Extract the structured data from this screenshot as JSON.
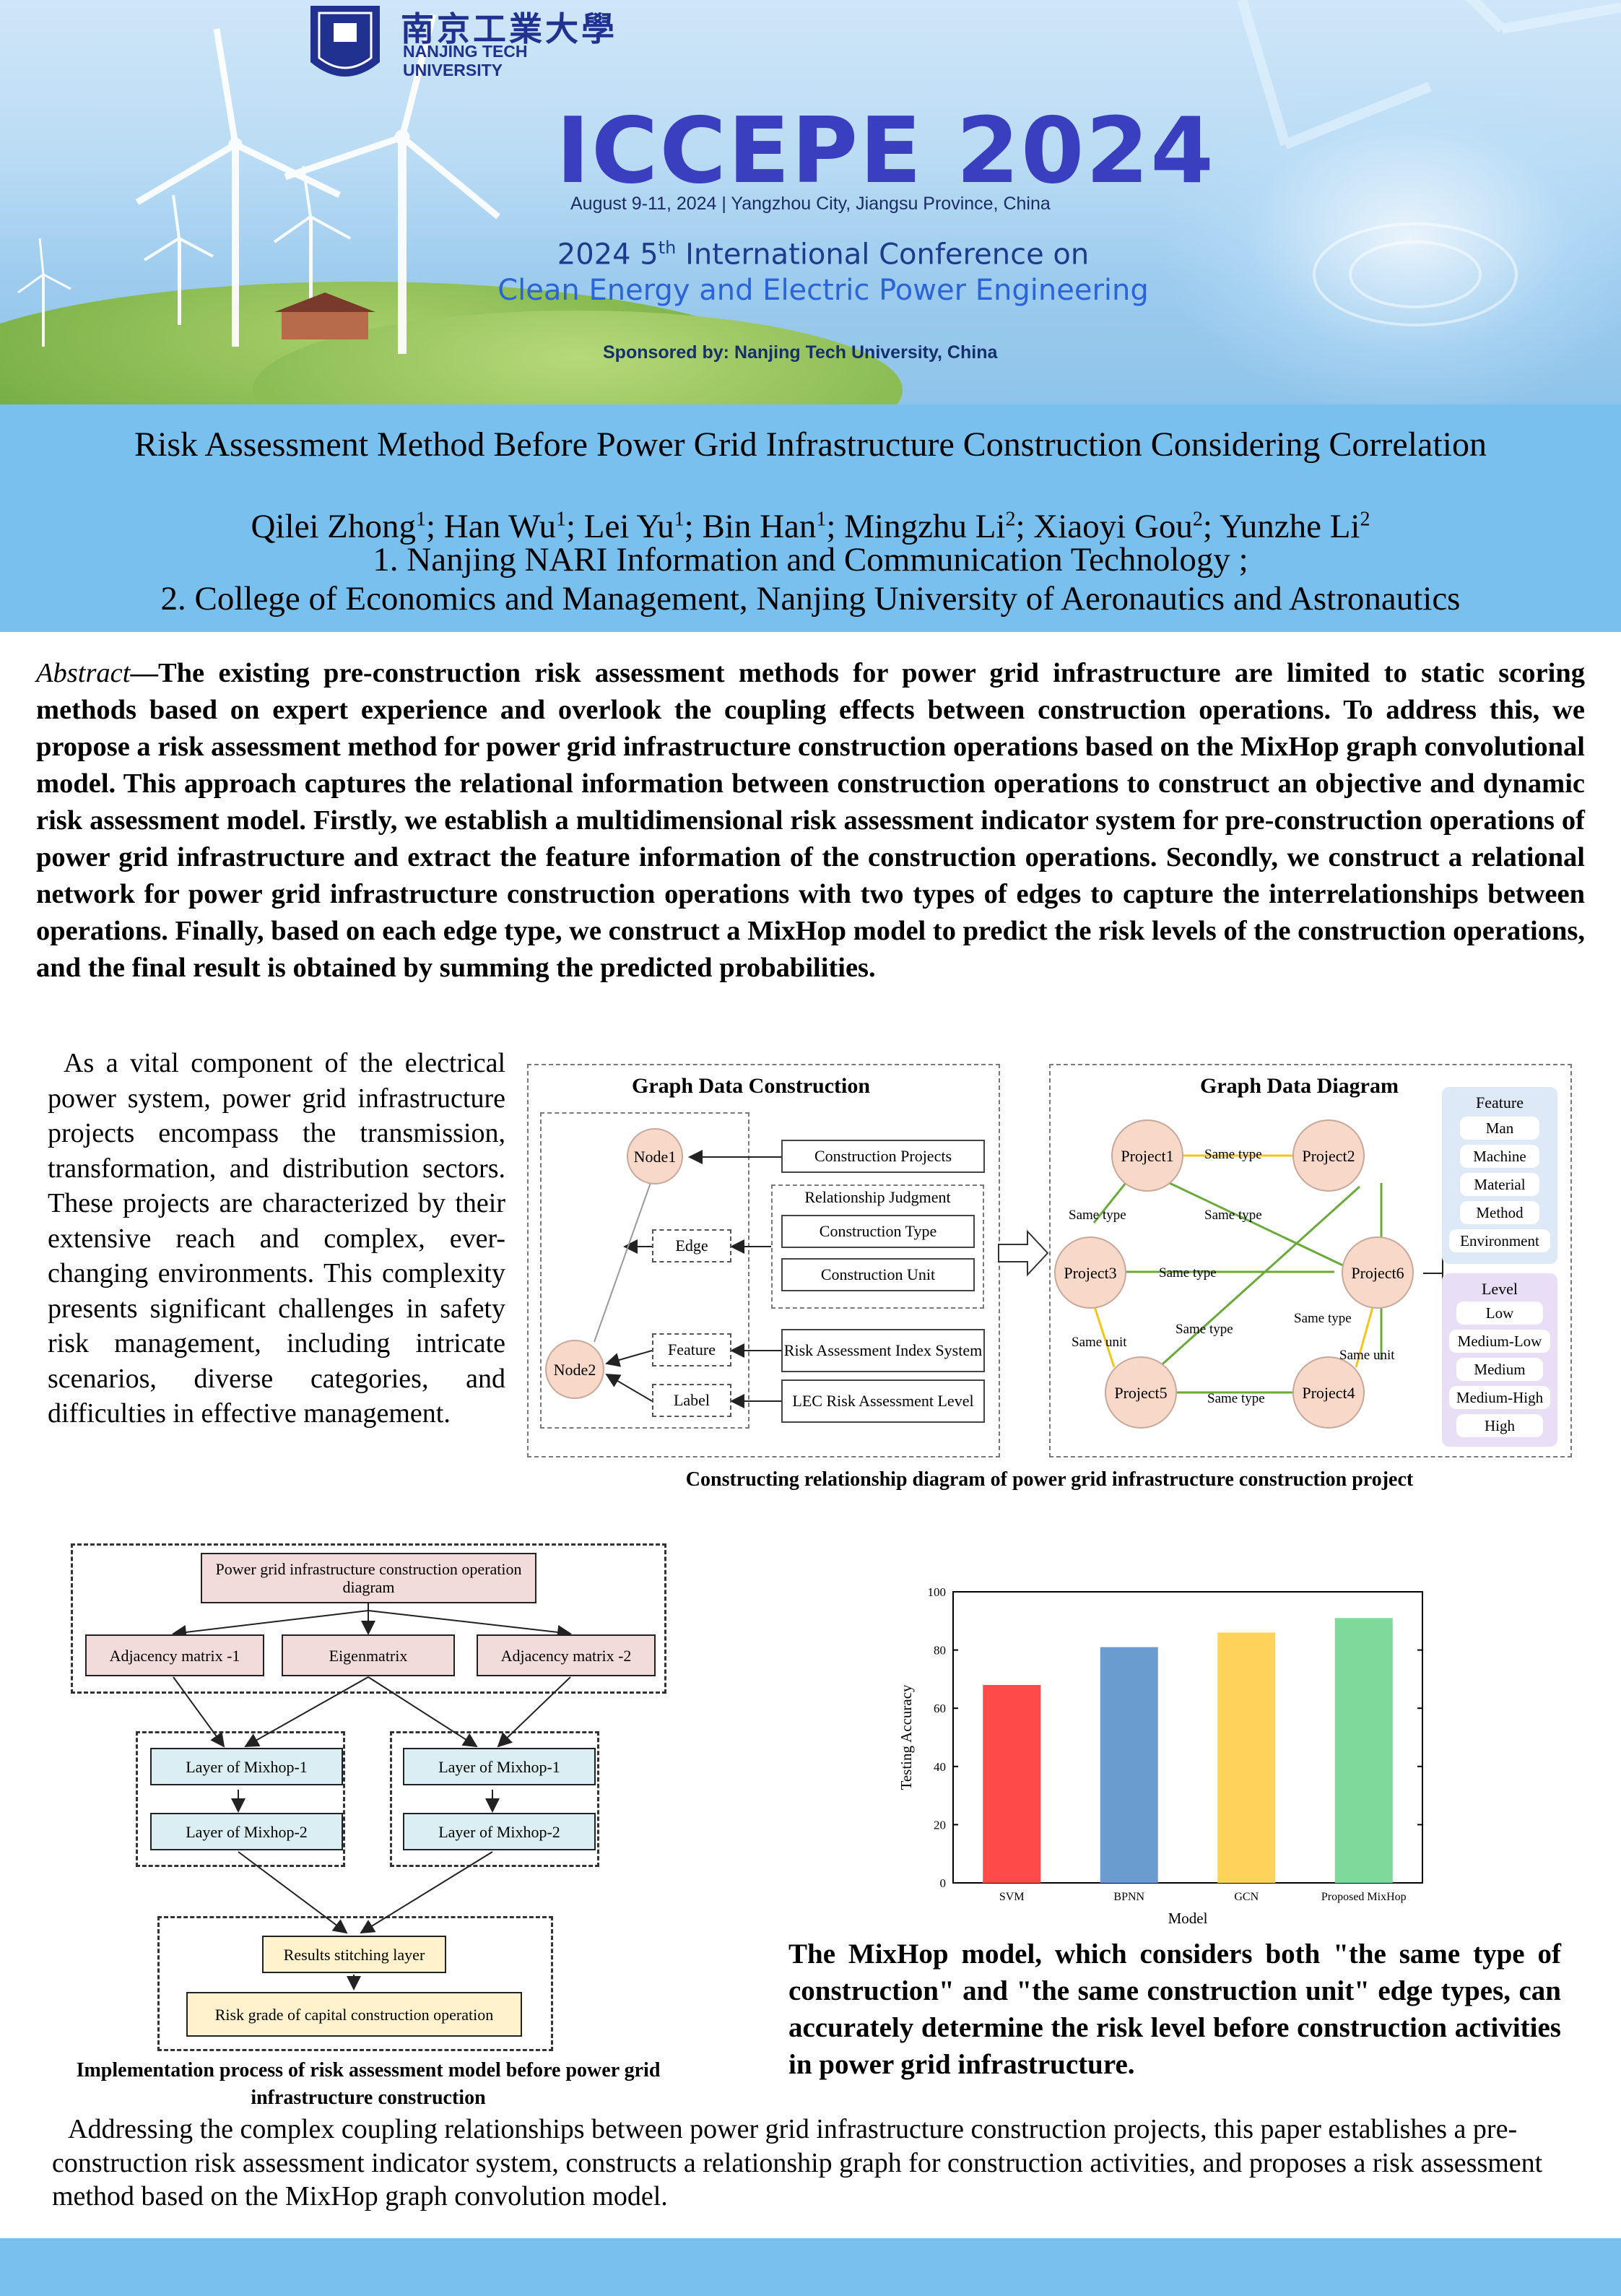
{
  "banner": {
    "university_cn": "南京工業大學",
    "university_en_1": "NANJING TECH",
    "university_en_2": "UNIVERSITY",
    "conference_title": "ICCEPE 2024",
    "conference_date": "August 9-11, 2024 | Yangzhou City, Jiangsu Province, China",
    "conference_line1_pre": "2024 5",
    "conference_line1_sup": "th",
    "conference_line1_post": " International Conference on",
    "conference_line2": "Clean Energy and Electric Power Engineering",
    "sponsor": "Sponsored by: Nanjing Tech University, China"
  },
  "paper": {
    "title": "Risk Assessment Method Before Power Grid Infrastructure Construction Considering Correlation",
    "authors": [
      {
        "name": "Qilei Zhong",
        "aff": "1"
      },
      {
        "name": "Han Wu",
        "aff": "1"
      },
      {
        "name": "Lei Yu",
        "aff": "1"
      },
      {
        "name": "Bin Han",
        "aff": "1"
      },
      {
        "name": "Mingzhu Li",
        "aff": "2"
      },
      {
        "name": "Xiaoyi Gou",
        "aff": "2"
      },
      {
        "name": "Yunzhe Li",
        "aff": "2"
      }
    ],
    "affiliation_1": "1. Nanjing NARI Information and Communication Technology ;",
    "affiliation_2": "2. College of Economics and Management, Nanjing University of Aeronautics and Astronautics",
    "abstract_label": "Abstract",
    "abstract_text": "—The existing pre-construction risk assessment methods for power grid infrastructure are limited to static scoring methods based on expert experience and overlook the coupling effects between construction operations. To address this, we propose a risk assessment method for power grid infrastructure construction operations based on the MixHop graph convolutional model. This approach captures the relational information between construction operations to construct an objective and dynamic risk assessment model. Firstly, we establish a multidimensional risk assessment indicator system for pre-construction operations of power grid infrastructure and extract the feature information of the construction operations. Secondly, we construct a relational network for power grid infrastructure construction operations with two types of edges to capture the interrelationships between operations. Finally, based on each edge type, we construct a MixHop model to predict the risk levels of the construction operations, and the final result is obtained by summing the predicted probabilities.",
    "intro_text": "As a vital component of the electrical power system, power grid infrastructure projects encompass the transmission, transformation, and distribution sectors. These projects are characterized by their extensive reach and complex, ever-changing environments. This complexity presents significant challenges in safety risk management, including intricate scenarios, diverse categories, and difficulties in effective management.",
    "result_text": "The MixHop model, which considers both \"the same type of construction\" and \"the same construction unit\" edge types, can accurately determine the risk level before construction activities in power grid infrastructure.",
    "conclusion_text": "Addressing the complex coupling relationships between power grid infrastructure construction projects, this paper establishes a pre-construction risk assessment indicator system, constructs a relationship graph for construction activities, and proposes a risk assessment method based on the MixHop graph convolution model."
  },
  "figure1": {
    "left_title": "Graph Data Construction",
    "right_title": "Graph Data Diagram",
    "node1": "Node1",
    "node2": "Node2",
    "edge": "Edge",
    "feature": "Feature",
    "label": "Label",
    "construction_projects": "Construction Projects",
    "relationship_judgment": "Relationship Judgment",
    "construction_type": "Construction Type",
    "construction_unit": "Construction Unit",
    "risk_index_system": "Risk Assessment Index System",
    "lec_level": "LEC Risk Assessment Level",
    "projects": [
      {
        "name": "Project",
        "num": "1"
      },
      {
        "name": "Project",
        "num": "2"
      },
      {
        "name": "Project",
        "num": "3"
      },
      {
        "name": "Project",
        "num": "6"
      },
      {
        "name": "Project",
        "num": "5"
      },
      {
        "name": "Project",
        "num": "4"
      }
    ],
    "edge_labels": {
      "same_type": "Same type",
      "same_unit": "Same unit"
    },
    "feature_panel": {
      "title": "Feature",
      "items": [
        "Man",
        "Machine",
        "Material",
        "Method",
        "Environment"
      ]
    },
    "level_panel": {
      "title": "Level",
      "items": [
        "Low",
        "Medium-Low",
        "Medium",
        "Medium-High",
        "High"
      ]
    },
    "caption": "Constructing relationship diagram of power grid infrastructure construction project",
    "colors": {
      "same_type": "#f5c518",
      "same_type_green": "#6aaa3a",
      "node_fill": "#f8d9c9",
      "feature_panel": "#dde9f7",
      "level_panel": "#e8def5"
    }
  },
  "figure2": {
    "top": "Power grid infrastructure construction operation diagram",
    "adj1": "Adjacency matrix -1",
    "eigen": "Eigenmatrix",
    "adj2": "Adjacency matrix -2",
    "layer1": "Layer of Mixhop-1",
    "layer2": "Layer of Mixhop-2",
    "stitch": "Results stitching layer",
    "risk_grade": "Risk grade of capital construction operation",
    "caption_1": "Implementation process of risk assessment model before power grid",
    "caption_2": "infrastructure construction"
  },
  "chart_data": {
    "type": "bar",
    "categories": [
      "SVM",
      "BPNN",
      "GCN",
      "Proposed MixHop"
    ],
    "values": [
      68,
      81,
      86,
      91
    ],
    "colors": [
      "#ff4a4a",
      "#6a9ccf",
      "#fdd35a",
      "#7fd99a"
    ],
    "xlabel": "Model",
    "ylabel": "Testing Accuracy",
    "ylim": [
      0,
      100
    ],
    "yticks": [
      0,
      20,
      40,
      60,
      80,
      100
    ]
  }
}
